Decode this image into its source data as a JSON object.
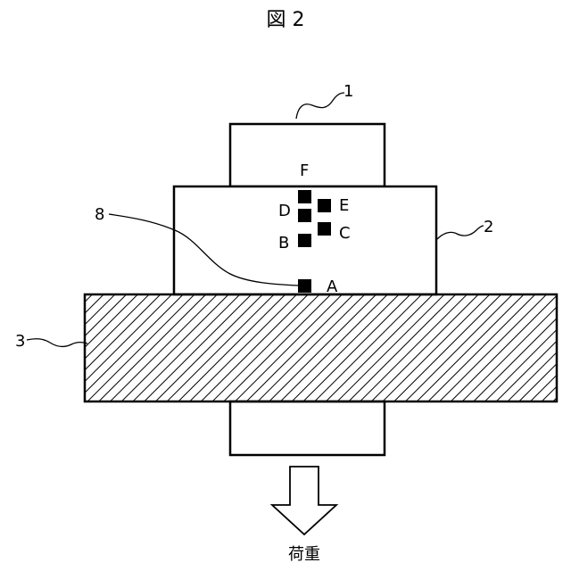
{
  "figure": {
    "title": "図 2",
    "load_label": "荷重",
    "part_labels": {
      "part1": "1",
      "part2": "2",
      "part3": "3",
      "part8": "8"
    },
    "point_labels": {
      "A": "A",
      "B": "B",
      "C": "C",
      "D": "D",
      "E": "E",
      "F": "F"
    }
  }
}
